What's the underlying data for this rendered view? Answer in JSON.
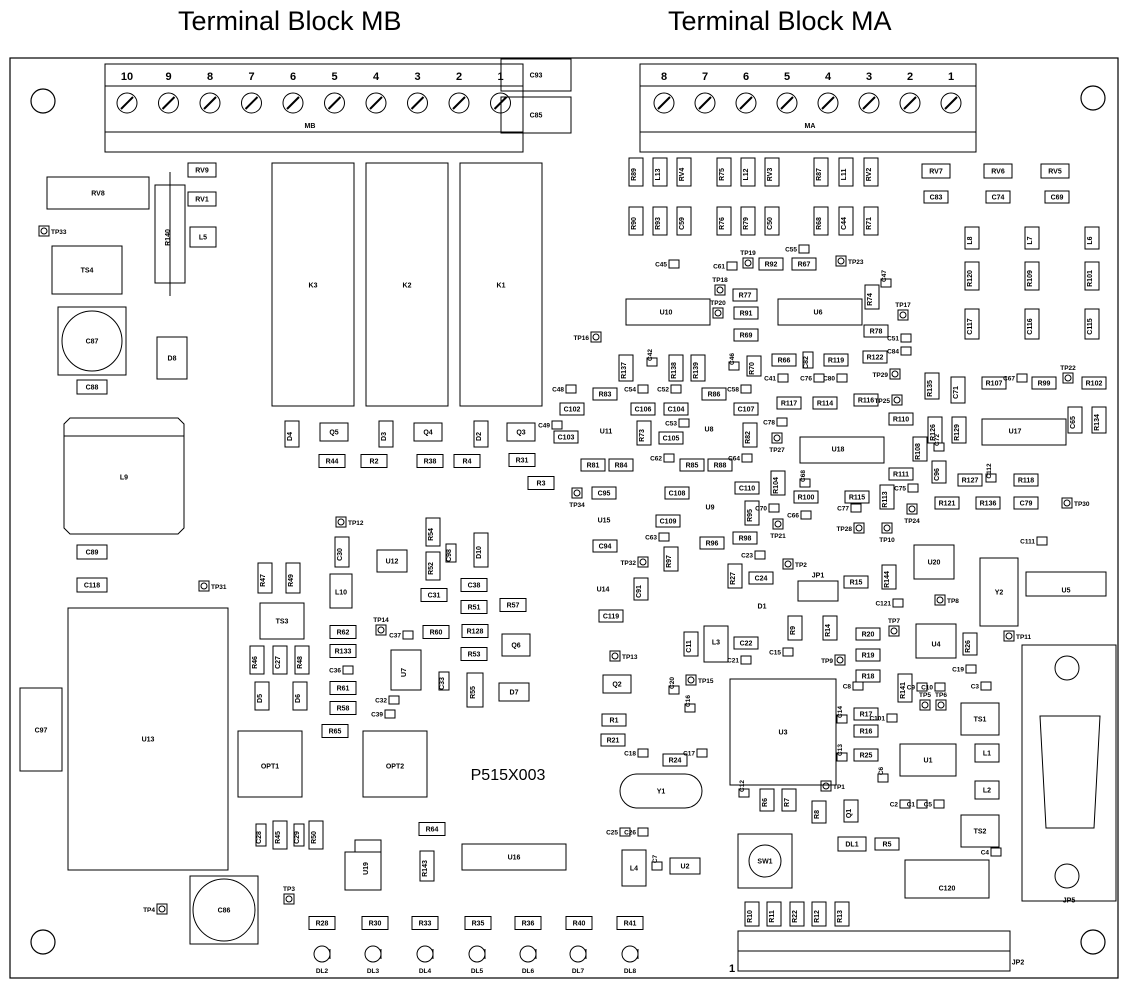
{
  "headers": {
    "mb": "Terminal Block MB",
    "ma": "Terminal Block MA"
  },
  "terminal_mb": {
    "label": "MB",
    "pins": [
      "10",
      "9",
      "8",
      "7",
      "6",
      "5",
      "4",
      "3",
      "2",
      "1"
    ]
  },
  "terminal_ma": {
    "label": "MA",
    "pins": [
      "8",
      "7",
      "6",
      "5",
      "4",
      "3",
      "2",
      "1"
    ]
  },
  "board_code": "P515X003",
  "components": [
    {
      "id": "C93",
      "label": "C93"
    },
    {
      "id": "C85",
      "label": "C85"
    },
    {
      "id": "RV8",
      "label": "RV8"
    },
    {
      "id": "RV9",
      "label": "RV9"
    },
    {
      "id": "RV1",
      "label": "RV1"
    },
    {
      "id": "R140",
      "label": "R140"
    },
    {
      "id": "L5",
      "label": "L5"
    },
    {
      "id": "TP33",
      "label": "TP33"
    },
    {
      "id": "TS4",
      "label": "TS4"
    },
    {
      "id": "C87",
      "label": "C87"
    },
    {
      "id": "D8",
      "label": "D8"
    },
    {
      "id": "C88",
      "label": "C88"
    },
    {
      "id": "L9",
      "label": "L9"
    },
    {
      "id": "C89",
      "label": "C89"
    },
    {
      "id": "C118",
      "label": "C118"
    },
    {
      "id": "TP31",
      "label": "TP31"
    },
    {
      "id": "C97",
      "label": "C97"
    },
    {
      "id": "U13",
      "label": "U13"
    },
    {
      "id": "TP4",
      "label": "TP4"
    },
    {
      "id": "C86",
      "label": "C86"
    },
    {
      "id": "K3",
      "label": "K3"
    },
    {
      "id": "K2",
      "label": "K2"
    },
    {
      "id": "K1",
      "label": "K1"
    },
    {
      "id": "D4",
      "label": "D4"
    },
    {
      "id": "Q5",
      "label": "Q5"
    },
    {
      "id": "D3",
      "label": "D3"
    },
    {
      "id": "Q4",
      "label": "Q4"
    },
    {
      "id": "D2",
      "label": "D2"
    },
    {
      "id": "Q3",
      "label": "Q3"
    },
    {
      "id": "R44",
      "label": "R44"
    },
    {
      "id": "R2",
      "label": "R2"
    },
    {
      "id": "R38",
      "label": "R38"
    },
    {
      "id": "R4",
      "label": "R4"
    },
    {
      "id": "R31",
      "label": "R31"
    },
    {
      "id": "R3",
      "label": "R3"
    },
    {
      "id": "TP12",
      "label": "TP12"
    },
    {
      "id": "C30",
      "label": "C30"
    },
    {
      "id": "U12",
      "label": "U12"
    },
    {
      "id": "R54",
      "label": "R54"
    },
    {
      "id": "R52",
      "label": "R52"
    },
    {
      "id": "C98",
      "label": "C98"
    },
    {
      "id": "D10",
      "label": "D10"
    },
    {
      "id": "R47",
      "label": "R47"
    },
    {
      "id": "R49",
      "label": "R49"
    },
    {
      "id": "L10",
      "label": "L10"
    },
    {
      "id": "C31",
      "label": "C31"
    },
    {
      "id": "C38",
      "label": "C38"
    },
    {
      "id": "TS3",
      "label": "TS3"
    },
    {
      "id": "R51",
      "label": "R51"
    },
    {
      "id": "R57",
      "label": "R57"
    },
    {
      "id": "R62",
      "label": "R62"
    },
    {
      "id": "TP14",
      "label": "TP14"
    },
    {
      "id": "C37",
      "label": "C37"
    },
    {
      "id": "R60",
      "label": "R60"
    },
    {
      "id": "R128",
      "label": "R128"
    },
    {
      "id": "Q6",
      "label": "Q6"
    },
    {
      "id": "R133",
      "label": "R133"
    },
    {
      "id": "R53",
      "label": "R53"
    },
    {
      "id": "R46",
      "label": "R46"
    },
    {
      "id": "C27",
      "label": "C27"
    },
    {
      "id": "R48",
      "label": "R48"
    },
    {
      "id": "C36",
      "label": "C36"
    },
    {
      "id": "U7",
      "label": "U7"
    },
    {
      "id": "C33",
      "label": "C33"
    },
    {
      "id": "R55",
      "label": "R55"
    },
    {
      "id": "D7",
      "label": "D7"
    },
    {
      "id": "D5",
      "label": "D5"
    },
    {
      "id": "D6",
      "label": "D6"
    },
    {
      "id": "R61",
      "label": "R61"
    },
    {
      "id": "C32",
      "label": "C32"
    },
    {
      "id": "R58",
      "label": "R58"
    },
    {
      "id": "C39",
      "label": "C39"
    },
    {
      "id": "R65",
      "label": "R65"
    },
    {
      "id": "OPT1",
      "label": "OPT1"
    },
    {
      "id": "OPT2",
      "label": "OPT2"
    },
    {
      "id": "C28",
      "label": "C28"
    },
    {
      "id": "R45",
      "label": "R45"
    },
    {
      "id": "C29",
      "label": "C29"
    },
    {
      "id": "R50",
      "label": "R50"
    },
    {
      "id": "R64",
      "label": "R64"
    },
    {
      "id": "U19",
      "label": "U19"
    },
    {
      "id": "R143",
      "label": "R143"
    },
    {
      "id": "U16",
      "label": "U16"
    },
    {
      "id": "TP3",
      "label": "TP3"
    },
    {
      "id": "R28",
      "label": "R28"
    },
    {
      "id": "R30",
      "label": "R30"
    },
    {
      "id": "R33",
      "label": "R33"
    },
    {
      "id": "R35",
      "label": "R35"
    },
    {
      "id": "R36",
      "label": "R36"
    },
    {
      "id": "R40",
      "label": "R40"
    },
    {
      "id": "R41",
      "label": "R41"
    },
    {
      "id": "DL2",
      "label": "DL2"
    },
    {
      "id": "DL3",
      "label": "DL3"
    },
    {
      "id": "DL4",
      "label": "DL4"
    },
    {
      "id": "DL5",
      "label": "DL5"
    },
    {
      "id": "DL6",
      "label": "DL6"
    },
    {
      "id": "DL7",
      "label": "DL7"
    },
    {
      "id": "DL8",
      "label": "DL8"
    },
    {
      "id": "R89",
      "label": "R89"
    },
    {
      "id": "L13",
      "label": "L13"
    },
    {
      "id": "RV4",
      "label": "RV4"
    },
    {
      "id": "R75",
      "label": "R75"
    },
    {
      "id": "L12",
      "label": "L12"
    },
    {
      "id": "RV3",
      "label": "RV3"
    },
    {
      "id": "R87",
      "label": "R87"
    },
    {
      "id": "L11",
      "label": "L11"
    },
    {
      "id": "RV2",
      "label": "RV2"
    },
    {
      "id": "RV7",
      "label": "RV7"
    },
    {
      "id": "RV6",
      "label": "RV6"
    },
    {
      "id": "RV5",
      "label": "RV5"
    },
    {
      "id": "C83",
      "label": "C83"
    },
    {
      "id": "C74",
      "label": "C74"
    },
    {
      "id": "C69",
      "label": "C69"
    },
    {
      "id": "R90",
      "label": "R90"
    },
    {
      "id": "R93",
      "label": "R93"
    },
    {
      "id": "C59",
      "label": "C59"
    },
    {
      "id": "R76",
      "label": "R76"
    },
    {
      "id": "R79",
      "label": "R79"
    },
    {
      "id": "C50",
      "label": "C50"
    },
    {
      "id": "R68",
      "label": "R68"
    },
    {
      "id": "C44",
      "label": "C44"
    },
    {
      "id": "R71",
      "label": "R71"
    },
    {
      "id": "L8",
      "label": "L8"
    },
    {
      "id": "L7",
      "label": "L7"
    },
    {
      "id": "L6",
      "label": "L6"
    },
    {
      "id": "C55",
      "label": "C55"
    },
    {
      "id": "C45",
      "label": "C45"
    },
    {
      "id": "TP19",
      "label": "TP19"
    },
    {
      "id": "C61",
      "label": "C61"
    },
    {
      "id": "R92",
      "label": "R92"
    },
    {
      "id": "R67",
      "label": "R67"
    },
    {
      "id": "TP23",
      "label": "TP23"
    },
    {
      "id": "C47",
      "label": "C47"
    },
    {
      "id": "R120",
      "label": "R120"
    },
    {
      "id": "R109",
      "label": "R109"
    },
    {
      "id": "R101",
      "label": "R101"
    },
    {
      "id": "TP18",
      "label": "TP18"
    },
    {
      "id": "R77",
      "label": "R77"
    },
    {
      "id": "R74",
      "label": "R74"
    },
    {
      "id": "TP20",
      "label": "TP20"
    },
    {
      "id": "R91",
      "label": "R91"
    },
    {
      "id": "TP17",
      "label": "TP17"
    },
    {
      "id": "U10",
      "label": "U10"
    },
    {
      "id": "U6",
      "label": "U6"
    },
    {
      "id": "R69",
      "label": "R69"
    },
    {
      "id": "R78",
      "label": "R78"
    },
    {
      "id": "C117",
      "label": "C117"
    },
    {
      "id": "C116",
      "label": "C116"
    },
    {
      "id": "C115",
      "label": "C115"
    },
    {
      "id": "TP16",
      "label": "TP16"
    },
    {
      "id": "C51",
      "label": "C51"
    },
    {
      "id": "C84",
      "label": "C84"
    },
    {
      "id": "R137",
      "label": "R137"
    },
    {
      "id": "C42",
      "label": "C42"
    },
    {
      "id": "R138",
      "label": "R138"
    },
    {
      "id": "R139",
      "label": "R139"
    },
    {
      "id": "C46",
      "label": "C46"
    },
    {
      "id": "R70",
      "label": "R70"
    },
    {
      "id": "R66",
      "label": "R66"
    },
    {
      "id": "C82",
      "label": "C82"
    },
    {
      "id": "R119",
      "label": "R119"
    },
    {
      "id": "R122",
      "label": "R122"
    },
    {
      "id": "TP29",
      "label": "TP29"
    },
    {
      "id": "C41",
      "label": "C41"
    },
    {
      "id": "C76",
      "label": "C76"
    },
    {
      "id": "C80",
      "label": "C80"
    },
    {
      "id": "R135",
      "label": "R135"
    },
    {
      "id": "C71",
      "label": "C71"
    },
    {
      "id": "R107",
      "label": "R107"
    },
    {
      "id": "C67",
      "label": "C67"
    },
    {
      "id": "R99",
      "label": "R99"
    },
    {
      "id": "TP22",
      "label": "TP22"
    },
    {
      "id": "R102",
      "label": "R102"
    },
    {
      "id": "C48",
      "label": "C48"
    },
    {
      "id": "R83",
      "label": "R83"
    },
    {
      "id": "C54",
      "label": "C54"
    },
    {
      "id": "C52",
      "label": "C52"
    },
    {
      "id": "R86",
      "label": "R86"
    },
    {
      "id": "C58",
      "label": "C58"
    },
    {
      "id": "R117",
      "label": "R117"
    },
    {
      "id": "R114",
      "label": "R114"
    },
    {
      "id": "R116",
      "label": "R116"
    },
    {
      "id": "TP25",
      "label": "TP25"
    },
    {
      "id": "C102",
      "label": "C102"
    },
    {
      "id": "C106",
      "label": "C106"
    },
    {
      "id": "C104",
      "label": "C104"
    },
    {
      "id": "C107",
      "label": "C107"
    },
    {
      "id": "C78",
      "label": "C78"
    },
    {
      "id": "R110",
      "label": "R110"
    },
    {
      "id": "C65",
      "label": "C65"
    },
    {
      "id": "R134",
      "label": "R134"
    },
    {
      "id": "C49",
      "label": "C49"
    },
    {
      "id": "U11",
      "label": "U11"
    },
    {
      "id": "R73",
      "label": "R73"
    },
    {
      "id": "C53",
      "label": "C53"
    },
    {
      "id": "U8",
      "label": "U8"
    },
    {
      "id": "R82",
      "label": "R82"
    },
    {
      "id": "R126",
      "label": "R126"
    },
    {
      "id": "R129",
      "label": "R129"
    },
    {
      "id": "U17",
      "label": "U17"
    },
    {
      "id": "C103",
      "label": "C103"
    },
    {
      "id": "C105",
      "label": "C105"
    },
    {
      "id": "TP27",
      "label": "TP27"
    },
    {
      "id": "R108",
      "label": "R108"
    },
    {
      "id": "C72",
      "label": "C72"
    },
    {
      "id": "U18",
      "label": "U18"
    },
    {
      "id": "R81",
      "label": "R81"
    },
    {
      "id": "R84",
      "label": "R84"
    },
    {
      "id": "C62",
      "label": "C62"
    },
    {
      "id": "R85",
      "label": "R85"
    },
    {
      "id": "R88",
      "label": "R88"
    },
    {
      "id": "C64",
      "label": "C64"
    },
    {
      "id": "C96",
      "label": "C96"
    },
    {
      "id": "R127",
      "label": "R127"
    },
    {
      "id": "C112",
      "label": "C112"
    },
    {
      "id": "R118",
      "label": "R118"
    },
    {
      "id": "C110",
      "label": "C110"
    },
    {
      "id": "R104",
      "label": "R104"
    },
    {
      "id": "C68",
      "label": "C68"
    },
    {
      "id": "R111",
      "label": "R111"
    },
    {
      "id": "C75",
      "label": "C75"
    },
    {
      "id": "TP34",
      "label": "TP34"
    },
    {
      "id": "C95",
      "label": "C95"
    },
    {
      "id": "C108",
      "label": "C108"
    },
    {
      "id": "R100",
      "label": "R100"
    },
    {
      "id": "R115",
      "label": "R115"
    },
    {
      "id": "R113",
      "label": "R113"
    },
    {
      "id": "R121",
      "label": "R121"
    },
    {
      "id": "R136",
      "label": "R136"
    },
    {
      "id": "C79",
      "label": "C79"
    },
    {
      "id": "TP30",
      "label": "TP30"
    },
    {
      "id": "U15",
      "label": "U15"
    },
    {
      "id": "U9",
      "label": "U9"
    },
    {
      "id": "R95",
      "label": "R95"
    },
    {
      "id": "C70",
      "label": "C70"
    },
    {
      "id": "C77",
      "label": "C77"
    },
    {
      "id": "TP24",
      "label": "TP24"
    },
    {
      "id": "C109",
      "label": "C109"
    },
    {
      "id": "C66",
      "label": "C66"
    },
    {
      "id": "TP28",
      "label": "TP28"
    },
    {
      "id": "TP21",
      "label": "TP21"
    },
    {
      "id": "TP10",
      "label": "TP10"
    },
    {
      "id": "C63",
      "label": "C63"
    },
    {
      "id": "R98",
      "label": "R98"
    },
    {
      "id": "C94",
      "label": "C94"
    },
    {
      "id": "R96",
      "label": "R96"
    },
    {
      "id": "C111",
      "label": "C111"
    },
    {
      "id": "U20",
      "label": "U20"
    },
    {
      "id": "TP32",
      "label": "TP32"
    },
    {
      "id": "R97",
      "label": "R97"
    },
    {
      "id": "C23",
      "label": "C23"
    },
    {
      "id": "TP2",
      "label": "TP2"
    },
    {
      "id": "U14",
      "label": "U14"
    },
    {
      "id": "C91",
      "label": "C91"
    },
    {
      "id": "R27",
      "label": "R27"
    },
    {
      "id": "C24",
      "label": "C24"
    },
    {
      "id": "JP1",
      "label": "JP1"
    },
    {
      "id": "R15",
      "label": "R15"
    },
    {
      "id": "R144",
      "label": "R144"
    },
    {
      "id": "Y2",
      "label": "Y2"
    },
    {
      "id": "U5",
      "label": "U5"
    },
    {
      "id": "C121",
      "label": "C121"
    },
    {
      "id": "TP8",
      "label": "TP8"
    },
    {
      "id": "C119",
      "label": "C119"
    },
    {
      "id": "D1",
      "label": "D1"
    },
    {
      "id": "R9",
      "label": "R9"
    },
    {
      "id": "R14",
      "label": "R14"
    },
    {
      "id": "TP7",
      "label": "TP7"
    },
    {
      "id": "C11",
      "label": "C11"
    },
    {
      "id": "L3",
      "label": "L3"
    },
    {
      "id": "C22",
      "label": "C22"
    },
    {
      "id": "R20",
      "label": "R20"
    },
    {
      "id": "U4",
      "label": "U4"
    },
    {
      "id": "R26",
      "label": "R26"
    },
    {
      "id": "TP11",
      "label": "TP11"
    },
    {
      "id": "TP13",
      "label": "TP13"
    },
    {
      "id": "C21",
      "label": "C21"
    },
    {
      "id": "C15",
      "label": "C15"
    },
    {
      "id": "TP9",
      "label": "TP9"
    },
    {
      "id": "R19",
      "label": "R19"
    },
    {
      "id": "C19",
      "label": "C19"
    },
    {
      "id": "Q2",
      "label": "Q2"
    },
    {
      "id": "TP15",
      "label": "TP15"
    },
    {
      "id": "C20",
      "label": "C20"
    },
    {
      "id": "R18",
      "label": "R18"
    },
    {
      "id": "C8",
      "label": "C8"
    },
    {
      "id": "R141",
      "label": "R141"
    },
    {
      "id": "C9",
      "label": "C9"
    },
    {
      "id": "C10",
      "label": "C10"
    },
    {
      "id": "C3",
      "label": "C3"
    },
    {
      "id": "C16",
      "label": "C16"
    },
    {
      "id": "U3",
      "label": "U3"
    },
    {
      "id": "C14",
      "label": "C14"
    },
    {
      "id": "R17",
      "label": "R17"
    },
    {
      "id": "TP5",
      "label": "TP5"
    },
    {
      "id": "TP6",
      "label": "TP6"
    },
    {
      "id": "TS1",
      "label": "TS1"
    },
    {
      "id": "R1",
      "label": "R1"
    },
    {
      "id": "R16",
      "label": "R16"
    },
    {
      "id": "C101",
      "label": "C101"
    },
    {
      "id": "R21",
      "label": "R21"
    },
    {
      "id": "C13",
      "label": "C13"
    },
    {
      "id": "R25",
      "label": "R25"
    },
    {
      "id": "U1",
      "label": "U1"
    },
    {
      "id": "L1",
      "label": "L1"
    },
    {
      "id": "C18",
      "label": "C18"
    },
    {
      "id": "C17",
      "label": "C17"
    },
    {
      "id": "R24",
      "label": "R24"
    },
    {
      "id": "C6",
      "label": "C6"
    },
    {
      "id": "Y1",
      "label": "Y1"
    },
    {
      "id": "TP1",
      "label": "TP1"
    },
    {
      "id": "L2",
      "label": "L2"
    },
    {
      "id": "C12",
      "label": "C12"
    },
    {
      "id": "R6",
      "label": "R6"
    },
    {
      "id": "R7",
      "label": "R7"
    },
    {
      "id": "R8",
      "label": "R8"
    },
    {
      "id": "Q1",
      "label": "Q1"
    },
    {
      "id": "C2",
      "label": "C2"
    },
    {
      "id": "C1",
      "label": "C1"
    },
    {
      "id": "C5",
      "label": "C5"
    },
    {
      "id": "TS2",
      "label": "TS2"
    },
    {
      "id": "C25",
      "label": "C25"
    },
    {
      "id": "C26",
      "label": "C26"
    },
    {
      "id": "SW1",
      "label": "SW1"
    },
    {
      "id": "DL1",
      "label": "DL1"
    },
    {
      "id": "R5",
      "label": "R5"
    },
    {
      "id": "C4",
      "label": "C4"
    },
    {
      "id": "JP5",
      "label": "JP5"
    },
    {
      "id": "L4",
      "label": "L4"
    },
    {
      "id": "C7",
      "label": "C7"
    },
    {
      "id": "U2",
      "label": "U2"
    },
    {
      "id": "C120",
      "label": "C120"
    },
    {
      "id": "R10",
      "label": "R10"
    },
    {
      "id": "R11",
      "label": "R11"
    },
    {
      "id": "R22",
      "label": "R22"
    },
    {
      "id": "R12",
      "label": "R12"
    },
    {
      "id": "R13",
      "label": "R13"
    },
    {
      "id": "JP2",
      "label": "JP2"
    }
  ],
  "jp2_pin1_label": "1"
}
